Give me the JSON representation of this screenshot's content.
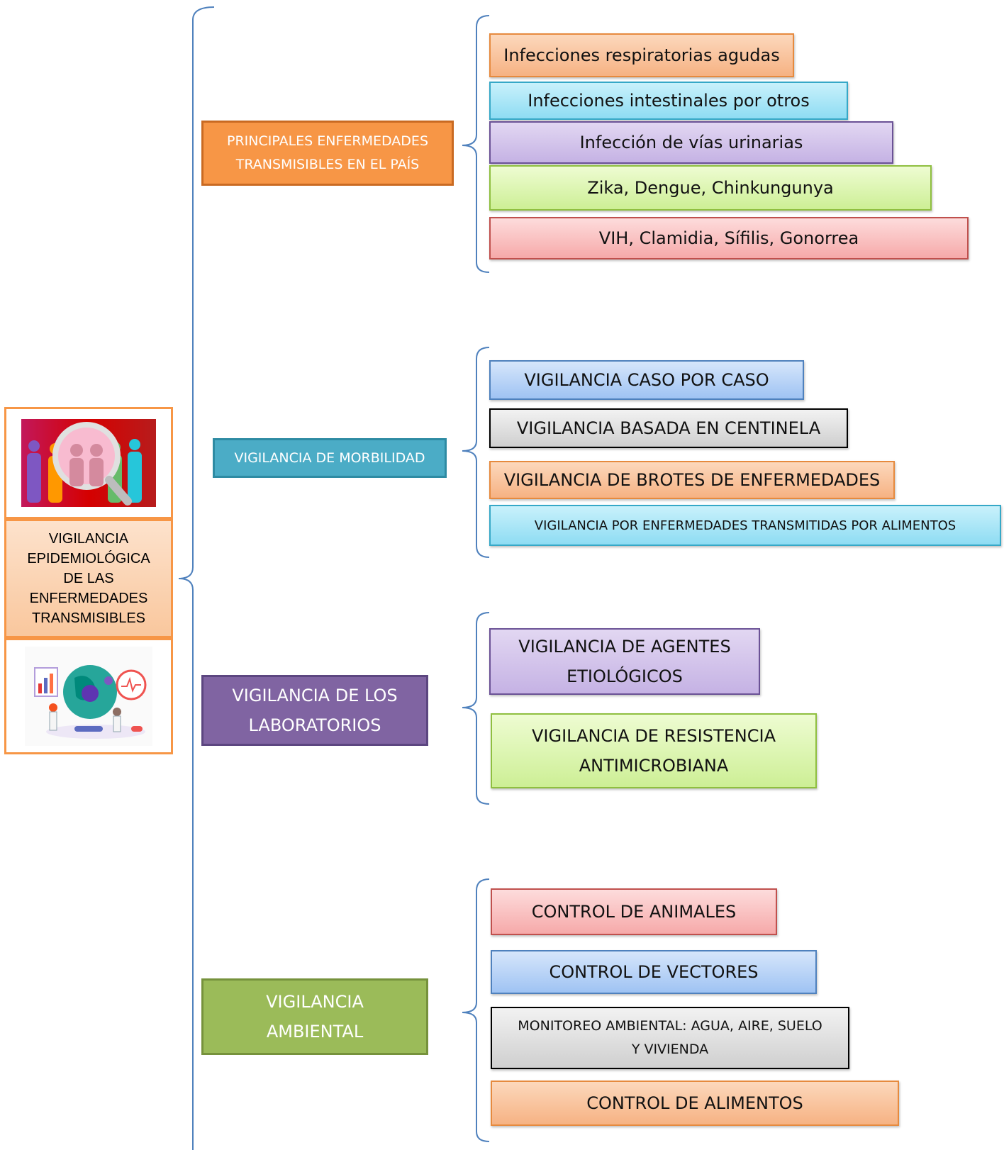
{
  "root": {
    "title": "VIGILANCIA\nEPIDEMIOLÓGICA\nDE LAS\nENFERMEDADES\nTRANSMISIBLES"
  },
  "categories": [
    {
      "label": "PRINCIPALES ENFERMEDADES\nTRANSMISIBLES EN EL PAÍS",
      "items": [
        "Infecciones respiratorias agudas",
        "Infecciones intestinales por otros",
        "Infección de vías urinarias",
        "Zika, Dengue, Chinkungunya",
        "VIH, Clamidia, Sífilis, Gonorrea"
      ]
    },
    {
      "label": "VIGILANCIA DE MORBILIDAD",
      "items": [
        "VIGILANCIA CASO POR CASO",
        "VIGILANCIA BASADA EN CENTINELA",
        "VIGILANCIA DE BROTES DE ENFERMEDADES",
        "VIGILANCIA POR ENFERMEDADES TRANSMITIDAS POR ALIMENTOS"
      ]
    },
    {
      "label": "VIGILANCIA DE LOS\nLABORATORIOS",
      "items": [
        "VIGILANCIA DE AGENTES\nETIOLÓGICOS",
        "VIGILANCIA DE RESISTENCIA\nANTIMICROBIANA"
      ]
    },
    {
      "label": "VIGILANCIA\nAMBIENTAL",
      "items": [
        "CONTROL DE ANIMALES",
        "CONTROL DE VECTORES",
        "MONITOREO AMBIENTAL: AGUA, AIRE, SUELO\nY VIVIENDA",
        "CONTROL DE ALIMENTOS"
      ]
    }
  ],
  "colors": {
    "bracket": "#4f81bd",
    "accent": "#f79646"
  }
}
